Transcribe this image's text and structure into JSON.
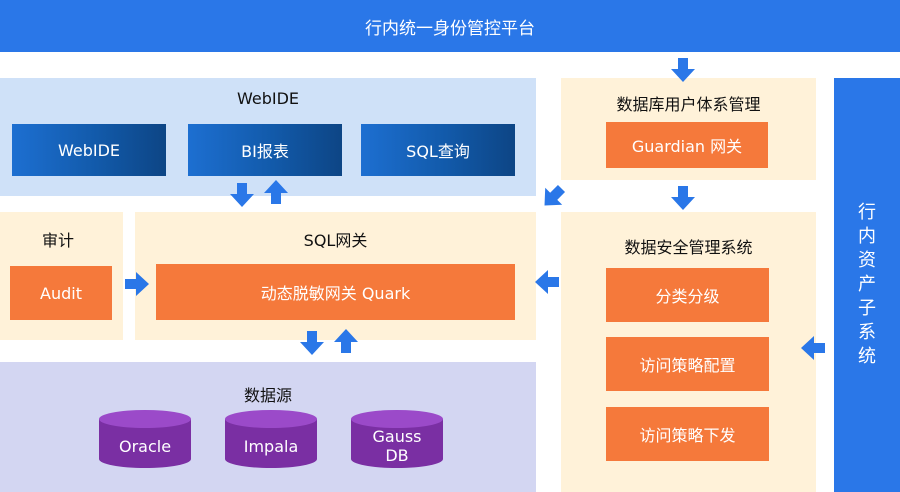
{
  "top_bar": {
    "label": "行内统一身份管控平台"
  },
  "webide_panel": {
    "title": "WebIDE",
    "buttons": [
      "WebIDE",
      "BI报表",
      "SQL查询"
    ]
  },
  "db_user_mgmt": {
    "title": "数据库用户体系管理",
    "gateway": "Guardian 网关"
  },
  "asset_system": {
    "label": "行内资产子系统"
  },
  "audit_panel": {
    "title": "审计",
    "box": "Audit"
  },
  "sql_gateway_panel": {
    "title": "SQL网关",
    "box": "动态脱敏网关 Quark"
  },
  "security_mgmt": {
    "title": "数据安全管理系统",
    "items": [
      "分类分级",
      "访问策略配置",
      "访问策略下发"
    ]
  },
  "datasource_panel": {
    "title": "数据源",
    "databases": [
      "Oracle",
      "Impala",
      "Gauss\nDB"
    ]
  },
  "colors": {
    "primary_blue": "#2a77e8",
    "orange": "#f5793b",
    "panel_blue": "#cfe1f8",
    "panel_cream": "#fff2d9",
    "panel_lavender": "#d3d6f2",
    "cylinder_purple": "#7a2fa3"
  }
}
